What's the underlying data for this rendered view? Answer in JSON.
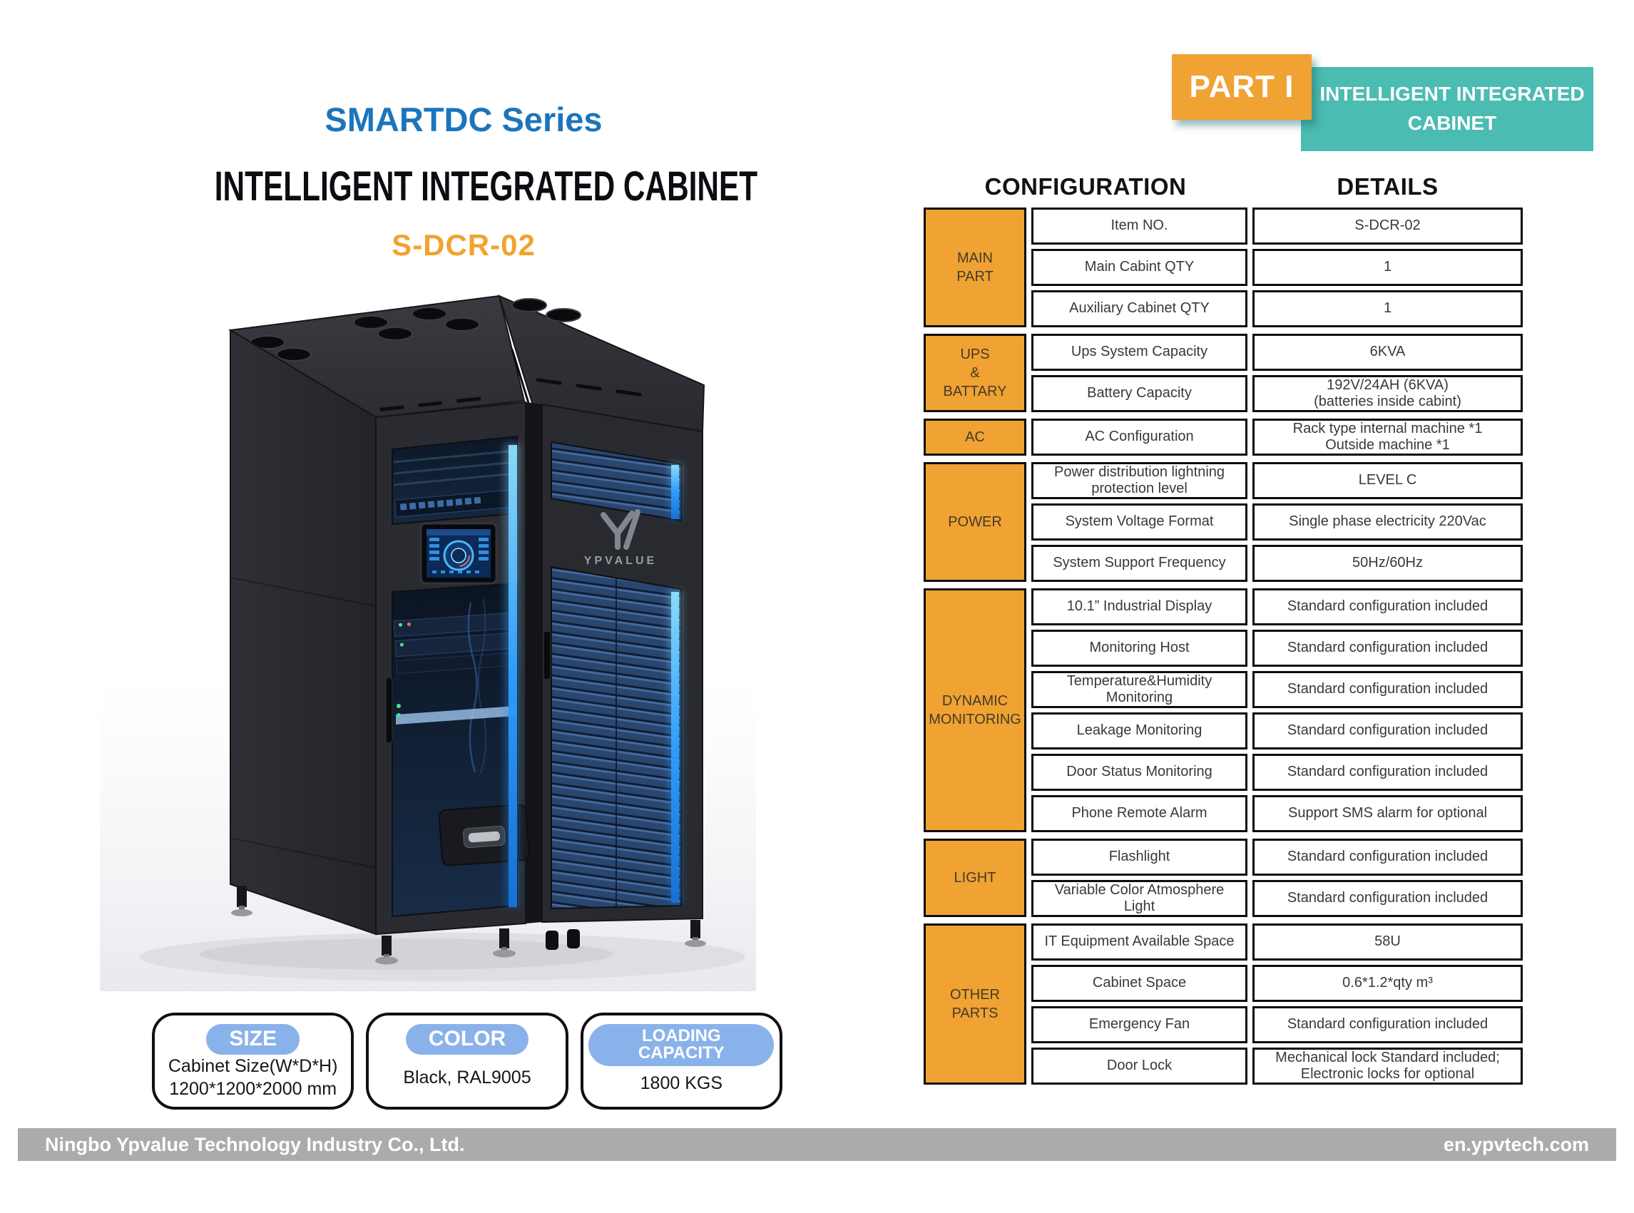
{
  "part_banner": {
    "part_label": "PART I",
    "title": "INTELLIGENT INTEGRATED\nCABINET"
  },
  "titles": {
    "series": "SMARTDC Series",
    "product": "INTELLIGENT INTEGRATED CABINET",
    "model": "S-DCR-02"
  },
  "cabinet": {
    "door_logo": "YPVALUE"
  },
  "spec_cards": [
    {
      "label": "SIZE",
      "lines": [
        "Cabinet Size(W*D*H)",
        "1200*1200*2000 mm"
      ]
    },
    {
      "label": "COLOR",
      "lines": [
        "Black, RAL9005"
      ]
    },
    {
      "label": "LOADING CAPACITY",
      "lines": [
        "1800 KGS"
      ]
    }
  ],
  "spec_table": {
    "config_header": "CONFIGURATION",
    "details_header": "DETAILS",
    "groups": [
      {
        "group": "MAIN\nPART",
        "rows": [
          {
            "config": "Item NO.",
            "details": "S-DCR-02"
          },
          {
            "config": "Main Cabint QTY",
            "details": "1"
          },
          {
            "config": "Auxiliary Cabinet QTY",
            "details": "1"
          }
        ]
      },
      {
        "group": "UPS\n&\nBATTARY",
        "rows": [
          {
            "config": "Ups System Capacity",
            "details": "6KVA"
          },
          {
            "config": "Battery Capacity",
            "details": "192V/24AH (6KVA)\n(batteries inside cabint)"
          }
        ]
      },
      {
        "group": "AC",
        "rows": [
          {
            "config": "AC Configuration",
            "details": "Rack type internal machine *1\nOutside machine *1"
          }
        ]
      },
      {
        "group": "POWER",
        "rows": [
          {
            "config": "Power distribution lightning\nprotection level",
            "details": "LEVEL C"
          },
          {
            "config": "System Voltage Format",
            "details": "Single phase electricity 220Vac"
          },
          {
            "config": "System Support Frequency",
            "details": "50Hz/60Hz"
          }
        ]
      },
      {
        "group": "DYNAMIC\nMONITORING",
        "rows": [
          {
            "config": "10.1” Industrial Display",
            "details": "Standard configuration included"
          },
          {
            "config": "Monitoring Host",
            "details": "Standard configuration included"
          },
          {
            "config": "Temperature&Humidity\nMonitoring",
            "details": "Standard configuration included"
          },
          {
            "config": "Leakage Monitoring",
            "details": "Standard configuration included"
          },
          {
            "config": "Door Status Monitoring",
            "details": "Standard configuration included"
          },
          {
            "config": "Phone Remote Alarm",
            "details": "Support SMS alarm for optional"
          }
        ]
      },
      {
        "group": "LIGHT",
        "rows": [
          {
            "config": "Flashlight",
            "details": "Standard configuration included"
          },
          {
            "config": "Variable Color Atmosphere\nLight",
            "details": "Standard configuration included"
          }
        ]
      },
      {
        "group": "OTHER\nPARTS",
        "rows": [
          {
            "config": "IT Equipment Available Space",
            "details": "58U"
          },
          {
            "config": "Cabinet Space",
            "details": "0.6*1.2*qty m³"
          },
          {
            "config": "Emergency Fan",
            "details": "Standard configuration included"
          },
          {
            "config": "Door Lock",
            "details": "Mechanical lock Standard included;\nElectronic locks for optional"
          }
        ]
      }
    ]
  },
  "footer": {
    "company": "Ningbo Ypvalue Technology Industry Co., Ltd.",
    "website": "en.ypvtech.com"
  },
  "colors": {
    "orange": "#F0A232",
    "teal": "#4ABCB2",
    "series_blue": "#1B75BC",
    "model_orange": "#F0A32F",
    "pill_blue": "#8AB2EA",
    "footer_gray": "#ABABAB",
    "led_blue": "#35AEF4"
  }
}
